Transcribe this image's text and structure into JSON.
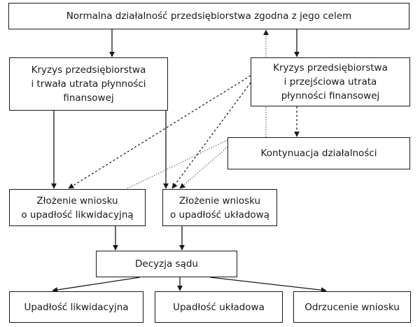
{
  "nodes": {
    "top": "Normalna działalność przedsiębiorstwa zgodna z jego celem",
    "kryzys_trwaly": "Kryzys przedsiębiorstwa\ni trwała utrata płynności\nfinansowej",
    "kryzys_przejsciowy": "Kryzys przedsiębiorstwa\ni przejściowa utrata\npłynności finansowej",
    "kontynuacja": "Kontynuacja działalności",
    "wniosek_likwidacyjny": "Złożenie wniosku\no upadłość likwidacyjną",
    "wniosek_ukladowy": "Złożenie wniosku\no upadłość układową",
    "decyzja": "Decyzja sądu",
    "upadlosc_likwidacyjna": "Upadłość likwidacyjna",
    "upadlosc_ukladowa": "Upadłość układowa",
    "odrzucenie": "Odrzucenie wniosku"
  },
  "colors": {
    "line": "#1a1a1a",
    "border": "#1a1a1a",
    "background": "#ffffff"
  }
}
